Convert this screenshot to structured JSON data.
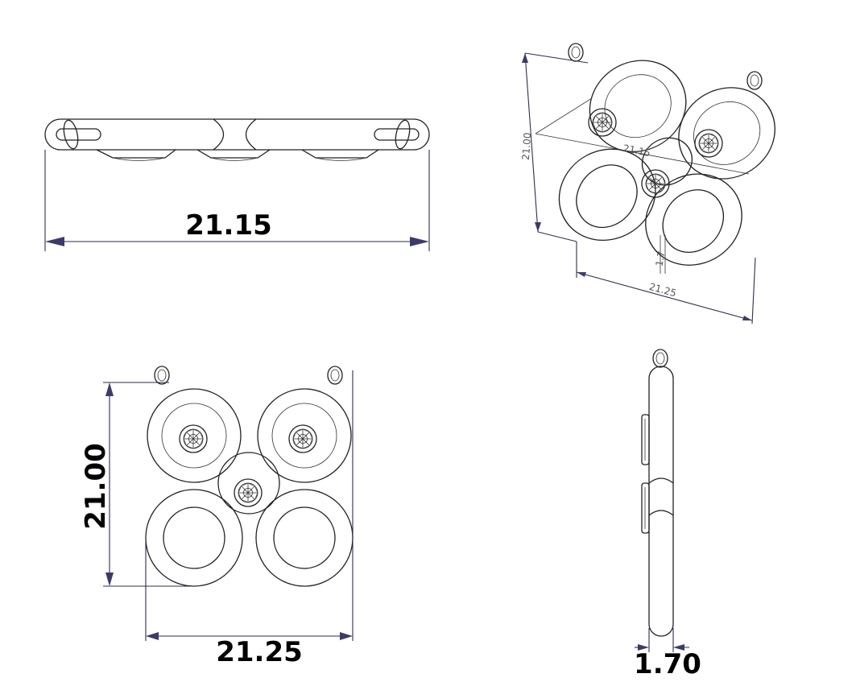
{
  "views": {
    "top_view": {
      "width_label": "21.15"
    },
    "isometric_view": {
      "height_label": "21.00",
      "depth_label": "21.15",
      "width_label": "21.25",
      "thickness_label": "1.7"
    },
    "front_view": {
      "height_label": "21.00",
      "width_label": "21.25"
    },
    "side_view": {
      "thickness_label": "1.70"
    }
  }
}
